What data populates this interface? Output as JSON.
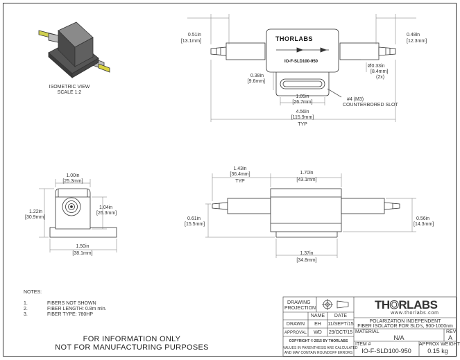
{
  "iso_view": {
    "label": "ISOMETRIC VIEW",
    "scale": "SCALE 1:2"
  },
  "top_view": {
    "logo_text": "THORLABS",
    "part_label": "IO-F-SLD100-950",
    "dim_left_in": "0.51in",
    "dim_left_mm": "[13.1mm]",
    "dim_right_in": "0.48in",
    "dim_right_mm": "[12.3mm]",
    "dim_dia_in": "Ø0.33in",
    "dim_dia_mm": "[8.4mm]",
    "dim_dia_qty": "(2x)",
    "dim_slot_h_in": "0.38in",
    "dim_slot_h_mm": "[9.6mm]",
    "dim_slot_w_in": "1.05in",
    "dim_slot_w_mm": "[26.7mm]",
    "dim_total_in": "4.56in",
    "dim_total_mm": "[115.9mm]",
    "dim_total_note": "TYP",
    "slot_note_1": "#4 (M3)",
    "slot_note_2": "COUNTERBORED SLOT"
  },
  "end_view": {
    "dim_w_in": "1.00in",
    "dim_w_mm": "[25.3mm]",
    "dim_h_in": "1.22in",
    "dim_h_mm": "[30.9mm]",
    "dim_h2_in": "1.04in",
    "dim_h2_mm": "[26.3mm]",
    "dim_base_in": "1.50in",
    "dim_base_mm": "[38.1mm]"
  },
  "side_view": {
    "dim_a_in": "1.43in",
    "dim_a_mm": "[36.4mm]",
    "dim_a_note": "TYP",
    "dim_b_in": "1.70in",
    "dim_b_mm": "[43.1mm]",
    "dim_c_in": "0.61in",
    "dim_c_mm": "[15.5mm]",
    "dim_d_in": "0.56in",
    "dim_d_mm": "[14.3mm]",
    "dim_e_in": "1.37in",
    "dim_e_mm": "[34.8mm]"
  },
  "notes": {
    "heading": "NOTES:",
    "items": [
      {
        "num": "1.",
        "text": "FIBERS NOT SHOWN"
      },
      {
        "num": "2.",
        "text": "FIBER LENGTH: 0.8m min."
      },
      {
        "num": "3.",
        "text": "FIBER TYPE: 780HP"
      }
    ]
  },
  "disclaimer": {
    "line1": "FOR INFORMATION ONLY",
    "line2": "NOT FOR MANUFACTURING PURPOSES"
  },
  "title_block": {
    "projection_1": "DRAWING",
    "projection_2": "PROJECTION",
    "col_name": "NAME",
    "col_date": "DATE",
    "drawn_label": "DRAWN",
    "drawn_name": "EH",
    "drawn_date": "11/SEPT/15",
    "approval_label": "APPROVAL",
    "approval_name": "WD",
    "approval_date": "29/OCT/15",
    "copyright": "COPYRIGHT © 2015 BY THORLABS",
    "values_note_1": "VALUES IN PARENTHESIS ARE CALCULATED",
    "values_note_2": "AND MAY CONTAIN ROUNDOFF ERRORS",
    "logo": "THORLABS",
    "website": "www.thorlabs.com",
    "description_1": "POLARIZATION INDEPENDENT",
    "description_2": "FIBER ISOLATOR FOR SLD's, 900-1000nm",
    "material_label": "MATERIAL",
    "material": "N/A",
    "rev_label": "REV",
    "rev": "A",
    "item_label": "ITEM #",
    "item": "IO-F-SLD100-950",
    "weight_label": "APPROX WEIGHT",
    "weight": "0.15 kg"
  },
  "colors": {
    "line": "#333333",
    "dim": "#777777",
    "shade": "#cfcfcf"
  }
}
